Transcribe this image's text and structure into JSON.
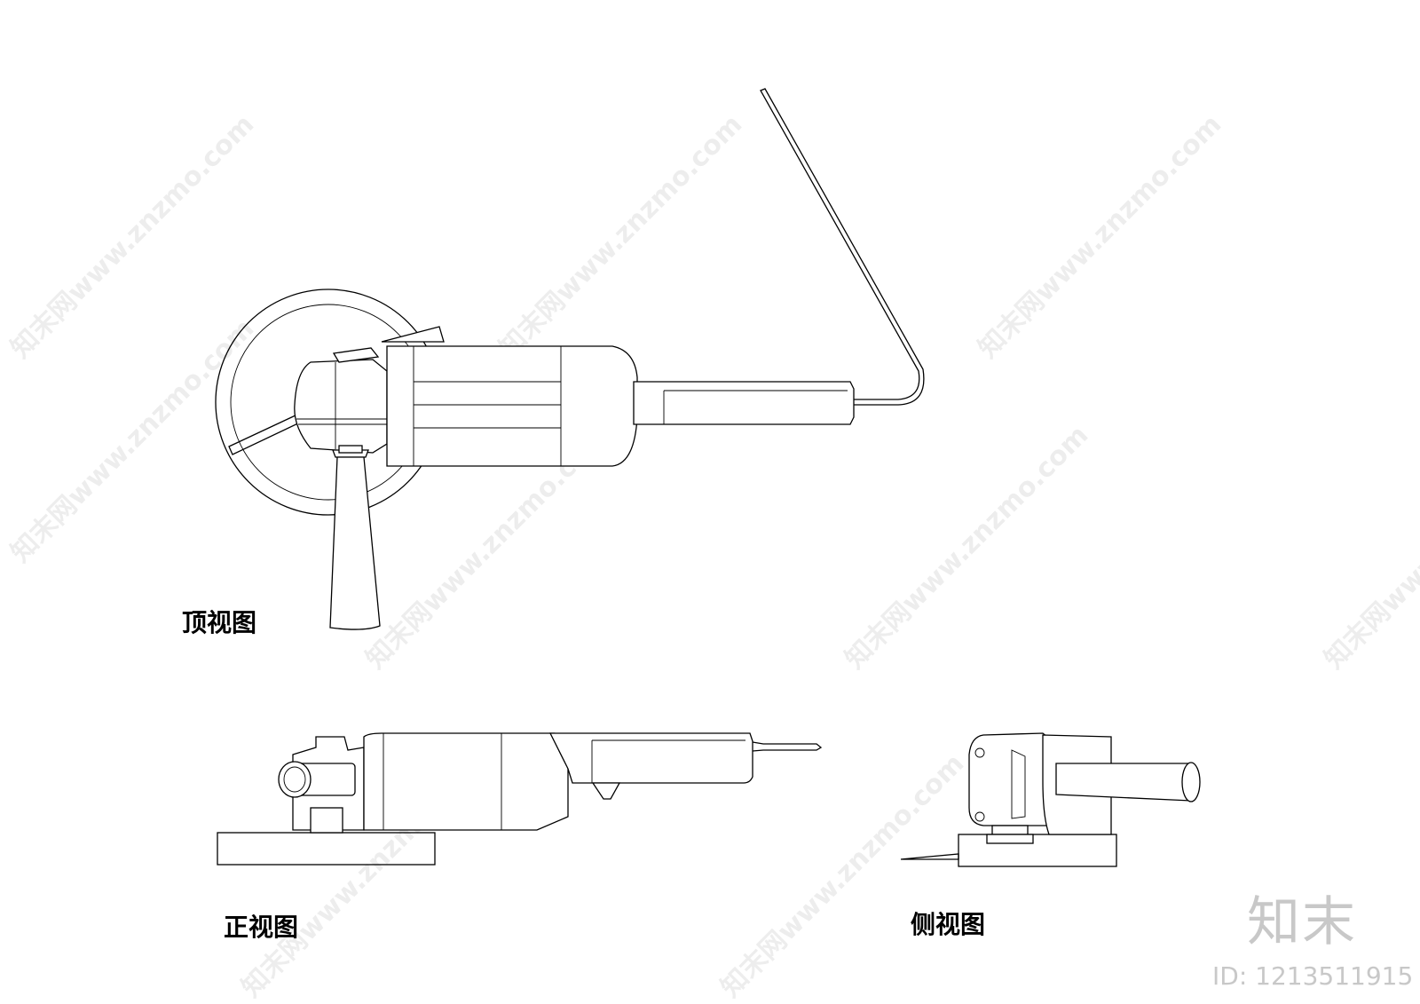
{
  "views": {
    "top_label": "顶视图",
    "front_label": "正视图",
    "side_label": "侧视图"
  },
  "watermark": {
    "text": "知末网www.znzmo.com",
    "brand": "知末",
    "id": "ID: 1213511915"
  }
}
